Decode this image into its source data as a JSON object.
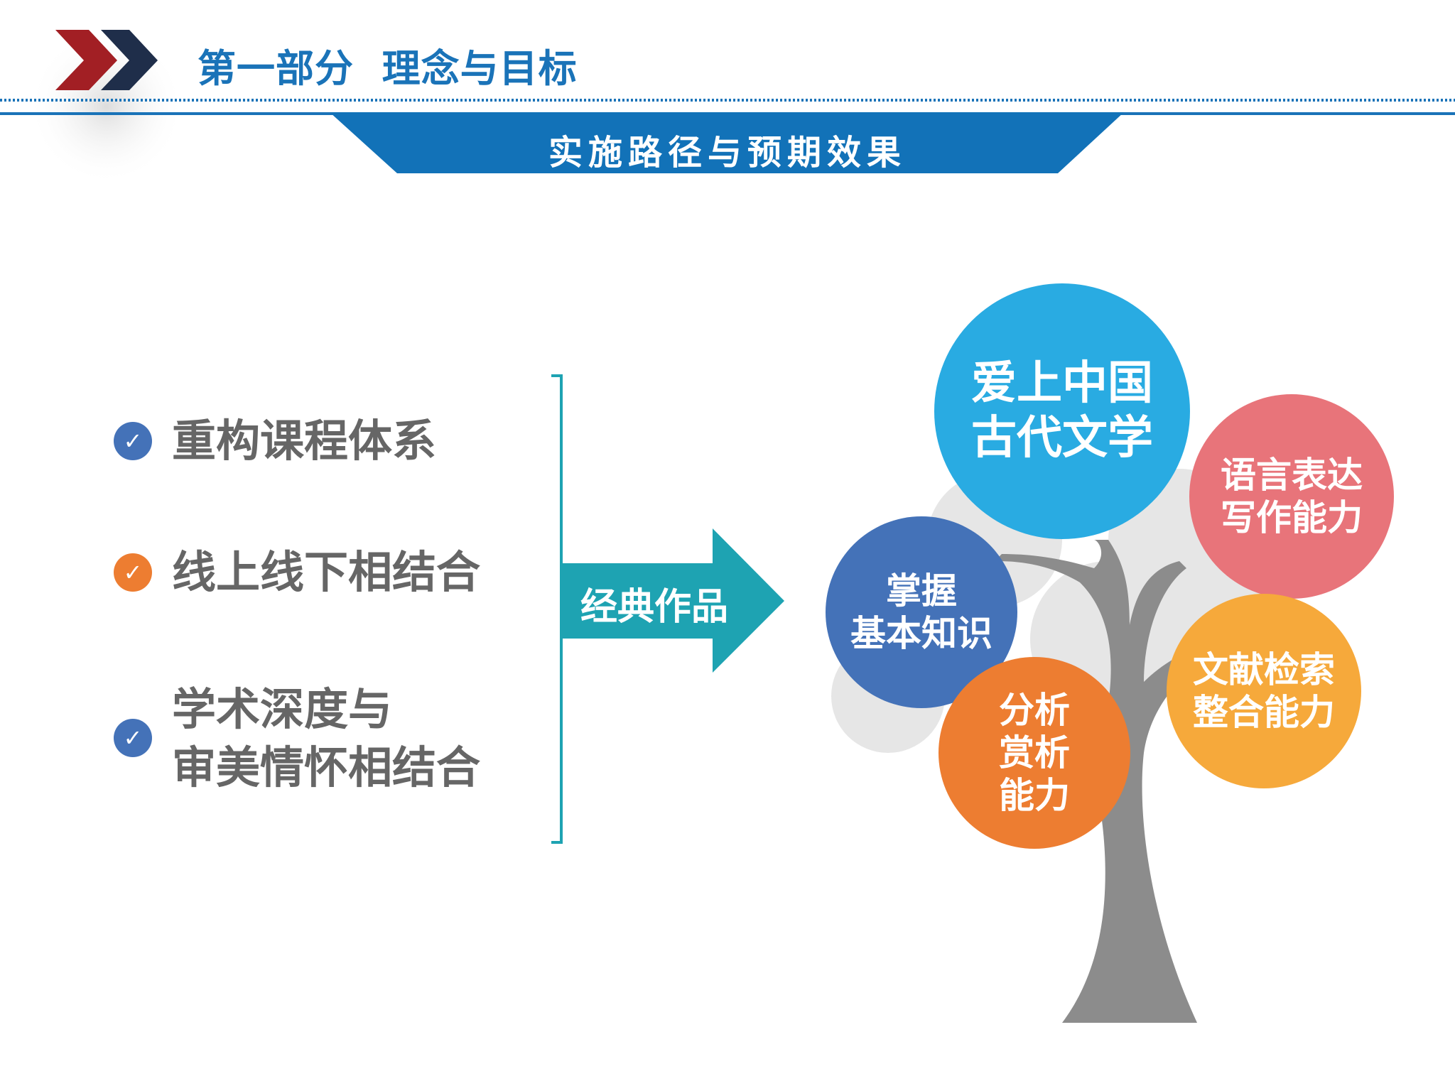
{
  "header": {
    "title": "第一部分  理念与目标",
    "banner": "实施路径与预期效果"
  },
  "colors": {
    "brand_blue": "#1a73b8",
    "red": "#a21f24",
    "navy": "#1f2e4a",
    "teal": "#1ea3b2"
  },
  "items": [
    {
      "label": "重构课程体系",
      "check_color": "#4472b8"
    },
    {
      "label": "线上线下相结合",
      "check_color": "#ed7d31"
    },
    {
      "label": "学术深度与\n审美情怀相结合",
      "check_color": "#4472b8"
    }
  ],
  "arrow": {
    "label": "经典作品"
  },
  "tree": {
    "bubbles": [
      {
        "label": "爱上中国\n古代文学",
        "color": "#29abe2"
      },
      {
        "label": "语言表达\n写作能力",
        "color": "#e8747a"
      },
      {
        "label": "掌握\n基本知识",
        "color": "#4472b8"
      },
      {
        "label": "文献检索\n整合能力",
        "color": "#f6a93b"
      },
      {
        "label": "分析\n赏析\n能力",
        "color": "#ed7d31"
      }
    ]
  }
}
